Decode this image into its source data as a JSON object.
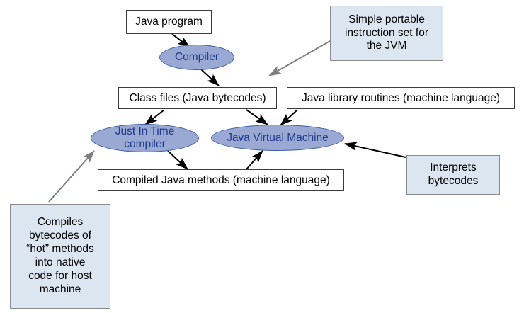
{
  "diagram": {
    "title": "Java program compilation and execution flow",
    "colors": {
      "ellipse_fill": "#9aa8d4",
      "ellipse_stroke": "#3b5ea0",
      "ellipse_text": "#1f3c8c",
      "callout_fill": "#dce6f1",
      "callout_stroke": "#8a8a8a",
      "rect_fill": "#ffffff",
      "rect_stroke": "#3c3c3c",
      "arrow_black": "#000000",
      "arrow_gray": "#808080",
      "background": "#ffffff"
    },
    "nodes": {
      "java_program": {
        "label": "Java program"
      },
      "compiler": {
        "label": "Compiler"
      },
      "class_files": {
        "label": "Class files (Java bytecodes)"
      },
      "java_library_routines": {
        "label": "Java library routines (machine language)"
      },
      "jit_compiler": {
        "label": "Just In Time\ncompiler"
      },
      "java_virtual_machine": {
        "label": "Java Virtual Machine"
      },
      "compiled_java_methods": {
        "label": "Compiled Java methods (machine language)"
      }
    },
    "callouts": {
      "bytecode_note": {
        "label": "Simple portable\ninstruction set for\nthe JVM"
      },
      "interprets_note": {
        "label": "Interprets\nbytecodes"
      },
      "jit_note": {
        "label": "Compiles\nbytecodes of\n“hot” methods\ninto native\ncode for host\nmachine"
      }
    },
    "edges": [
      {
        "name": "java-program-to-compiler",
        "from": "java_program",
        "to": "compiler",
        "style": "solid-black"
      },
      {
        "name": "compiler-to-class-files",
        "from": "compiler",
        "to": "class_files",
        "style": "solid-black"
      },
      {
        "name": "class-files-to-jit",
        "from": "class_files",
        "to": "jit_compiler",
        "style": "solid-black"
      },
      {
        "name": "class-files-to-jvm",
        "from": "class_files",
        "to": "java_virtual_machine",
        "style": "solid-black"
      },
      {
        "name": "library-routines-to-jvm",
        "from": "java_library_routines",
        "to": "java_virtual_machine",
        "style": "solid-black"
      },
      {
        "name": "jit-to-compiled-methods",
        "from": "jit_compiler",
        "to": "compiled_java_methods",
        "style": "solid-black"
      },
      {
        "name": "compiled-methods-to-jvm",
        "from": "compiled_java_methods",
        "to": "java_virtual_machine",
        "style": "solid-black"
      },
      {
        "name": "bytecode-note-to-class-files",
        "from": "bytecode_note",
        "to": "class_files",
        "style": "solid-gray"
      },
      {
        "name": "interprets-note-to-jvm",
        "from": "interprets_note",
        "to": "java_virtual_machine",
        "style": "solid-black"
      },
      {
        "name": "jit-note-to-jit",
        "from": "jit_note",
        "to": "jit_compiler",
        "style": "solid-gray"
      }
    ]
  }
}
